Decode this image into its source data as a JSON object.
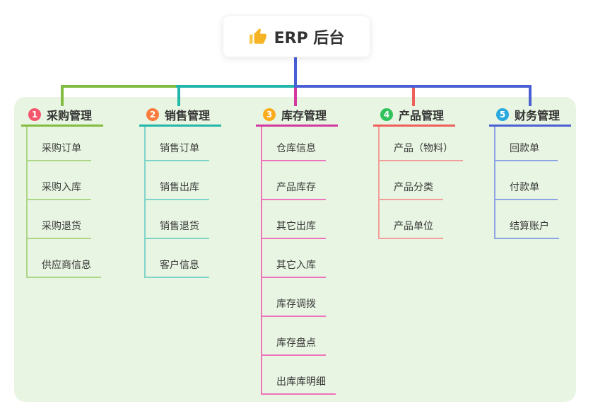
{
  "root": {
    "label": "ERP 后台",
    "icon": "thumbs-up-icon",
    "icon_color": "#f5b325",
    "stem_color": "#4a5fd4"
  },
  "panel": {
    "background": "#e8f5e2"
  },
  "branches": [
    {
      "index": "1",
      "label": "采购管理",
      "color": "#82bc40",
      "light": "#aed687",
      "badge_color": "#f5566c",
      "children": [
        "采购订单",
        "采购入库",
        "采购退货",
        "供应商信息"
      ]
    },
    {
      "index": "2",
      "label": "销售管理",
      "color": "#23b7ab",
      "light": "#7fd4ca",
      "badge_color": "#f97c3d",
      "children": [
        "销售订单",
        "销售出库",
        "销售退货",
        "客户信息"
      ]
    },
    {
      "index": "3",
      "label": "库存管理",
      "color": "#d3399e",
      "light": "#ee74bd",
      "badge_color": "#fbab1c",
      "children": [
        "仓库信息",
        "产品库存",
        "其它出库",
        "其它入库",
        "库存调拨",
        "库存盘点",
        "出库库明细"
      ]
    },
    {
      "index": "4",
      "label": "产品管理",
      "color": "#ef5f5b",
      "light": "#f49e9b",
      "badge_color": "#31c25c",
      "children": [
        "产品（物料）",
        "产品分类",
        "产品单位"
      ]
    },
    {
      "index": "5",
      "label": "财务管理",
      "color": "#4a5fd4",
      "light": "#8ca3e4",
      "badge_color": "#29a8dd",
      "children": [
        "回款单",
        "付款单",
        "结算账户"
      ]
    }
  ]
}
